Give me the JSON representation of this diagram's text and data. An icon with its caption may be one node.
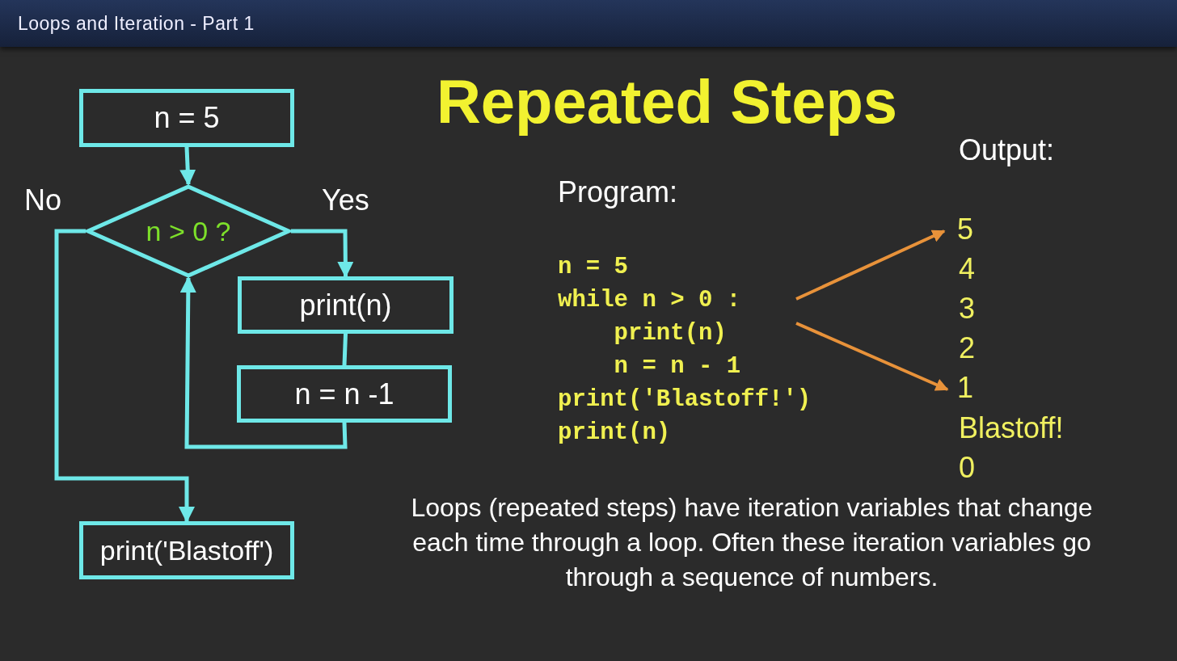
{
  "diagram": {
    "title": "Repeated Steps",
    "nodes": [
      {
        "text": [
          "n = 5"
        ]
      },
      {
        "text": [
          "n > 0 ?"
        ]
      },
      {
        "text": [
          "print(n)"
        ]
      },
      {
        "text": [
          "n = n -1"
        ]
      },
      {
        "text": [
          "print('Blastoff')"
        ]
      },
      {
        "text": [
          "n = 5",
          "while n > 0 :",
          "    print(n)",
          "    n = n - 1",
          "print('Blastoff!')",
          "print(n)"
        ]
      },
      {
        "text": [
          "5"
        ]
      },
      {
        "text": [
          "1"
        ]
      }
    ],
    "edges": [
      {
        "from": 0,
        "to": 1,
        "arrow": "to"
      },
      {
        "from": 1,
        "to": 2,
        "arrow": "to",
        "label": "Yes"
      },
      {
        "from": 1,
        "to": 4,
        "arrow": "to",
        "label": "No"
      },
      {
        "from": 2,
        "to": 3,
        "arrow": "none"
      },
      {
        "from": 3,
        "to": 1,
        "arrow": "to"
      },
      {
        "from": 5,
        "to": 6,
        "arrow": "to",
        "color": "#e8923a"
      },
      {
        "from": 5,
        "to": 7,
        "arrow": "to",
        "color": "#e8923a"
      }
    ],
    "labels": [
      "Loops and Iteration - Part 1",
      "Output:",
      "Program:",
      "4",
      "3",
      "2",
      "Blastoff!",
      "0"
    ],
    "caption": "Loops (repeated steps) have iteration variables that change each time through a loop.  Often these iteration variables go through a sequence of numbers."
  }
}
